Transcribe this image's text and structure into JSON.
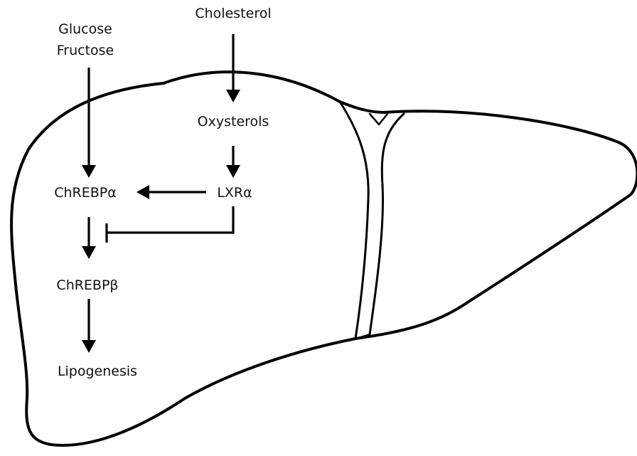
{
  "diagram": {
    "nodes": {
      "glucose": "Glucose",
      "fructose": "Fructose",
      "cholesterol": "Cholesterol",
      "oxysterols": "Oxysterols",
      "chrebp_alpha": "ChREBPα",
      "lxr_alpha": "LXRα",
      "chrebp_beta": "ChREBPβ",
      "lipogenesis": "Lipogenesis"
    },
    "edges": [
      {
        "from": "Glucose / Fructose",
        "to": "ChREBPα",
        "type": "activation"
      },
      {
        "from": "Cholesterol",
        "to": "Oxysterols",
        "type": "activation"
      },
      {
        "from": "Oxysterols",
        "to": "LXRα",
        "type": "activation"
      },
      {
        "from": "LXRα",
        "to": "ChREBPα",
        "type": "activation"
      },
      {
        "from": "ChREBPα",
        "to": "ChREBPβ",
        "type": "activation"
      },
      {
        "from": "LXRα",
        "to": "ChREBPα → ChREBPβ",
        "type": "inhibition"
      },
      {
        "from": "ChREBPβ",
        "to": "Lipogenesis",
        "type": "activation"
      }
    ],
    "colors": {
      "stroke": "#000000",
      "text": "#111111",
      "background": "#ffffff"
    }
  }
}
